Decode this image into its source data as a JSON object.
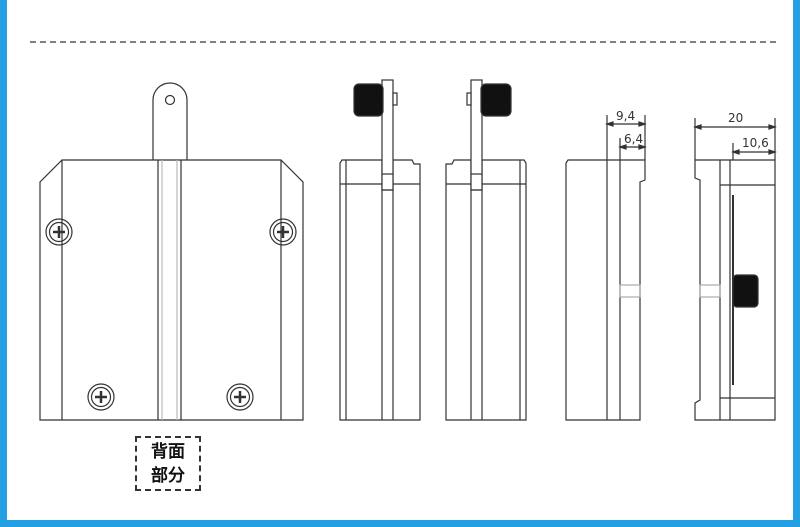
{
  "dimensions": {
    "view3_outer": "9,4",
    "view3_inner": "6,4",
    "view4_outer": "20",
    "view4_inner": "10,6"
  },
  "label": {
    "line1": "背面",
    "line2": "部分"
  },
  "colors": {
    "border": "#23a0e2",
    "line": "#333333",
    "knob": "#111111"
  }
}
